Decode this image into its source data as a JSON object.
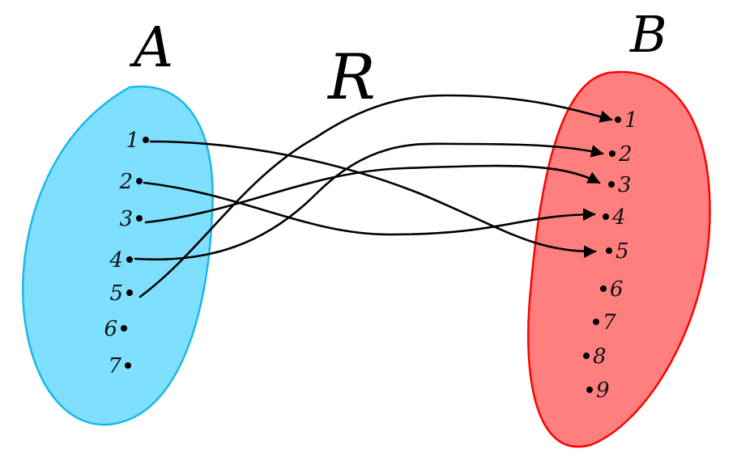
{
  "titles": {
    "set_a": "A",
    "relation": "R",
    "set_b": "B"
  },
  "colors": {
    "set_a_fill": "#7fdfff",
    "set_a_stroke": "#1ab8e8",
    "set_b_fill": "#ff7f7f",
    "set_b_stroke": "#ff0000"
  },
  "set_a": [
    "1",
    "2",
    "3",
    "4",
    "5",
    "6",
    "7"
  ],
  "set_b": [
    "1",
    "2",
    "3",
    "4",
    "5",
    "6",
    "7",
    "8",
    "9"
  ],
  "relation_pairs": [
    {
      "from": "1",
      "to": "5"
    },
    {
      "from": "2",
      "to": "4"
    },
    {
      "from": "3",
      "to": "3"
    },
    {
      "from": "4",
      "to": "2"
    },
    {
      "from": "5",
      "to": "1"
    }
  ]
}
